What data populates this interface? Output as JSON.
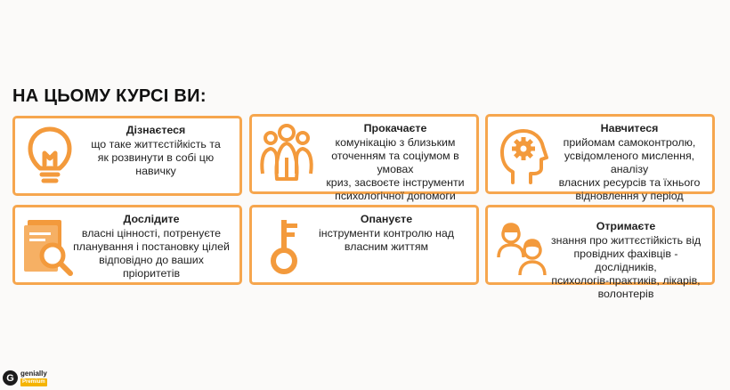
{
  "heading": "НА ЦЬОМУ КУРСІ ВИ:",
  "colors": {
    "accent": "#f6a64e",
    "icon": "#f39a3c"
  },
  "cards": [
    {
      "icon": "lightbulb-icon",
      "title": "Дізнаєтеся",
      "desc": "що таке життєстійкість та\nяк розвинути в собі цю\nнавичку"
    },
    {
      "icon": "group-icon",
      "title": "Прокачаєте",
      "desc": "комунікацію з близьким\nоточенням та соціумом в умовах\nкриз, засвоєте інструменти\nпсихологічної допомоги"
    },
    {
      "icon": "head-gear-icon",
      "title": "Навчитеся",
      "desc": "прийомам самоконтролю,\nусвідомленого мислення, аналізу\nвласних ресурсів та їхнього\nвідновлення у період травмуючих\nподій"
    },
    {
      "icon": "document-search-icon",
      "title": "Дослідите",
      "desc": "власні цінності, потренуєте\nпланування і постановку цілей\nвідповідно до ваших\nпріоритетів"
    },
    {
      "icon": "key-icon",
      "title": "Опануєте",
      "desc": "інструменти контролю над\nвласним життям"
    },
    {
      "icon": "people-icon",
      "title": "Отримаєте",
      "desc": "знання про життєстійкість від\nпровідних фахівців - дослідників,\nпсихологів-практиків, лікарів,\nволонтерів"
    }
  ],
  "logo": {
    "mark": "G",
    "name": "genially",
    "badge": "Premium"
  }
}
